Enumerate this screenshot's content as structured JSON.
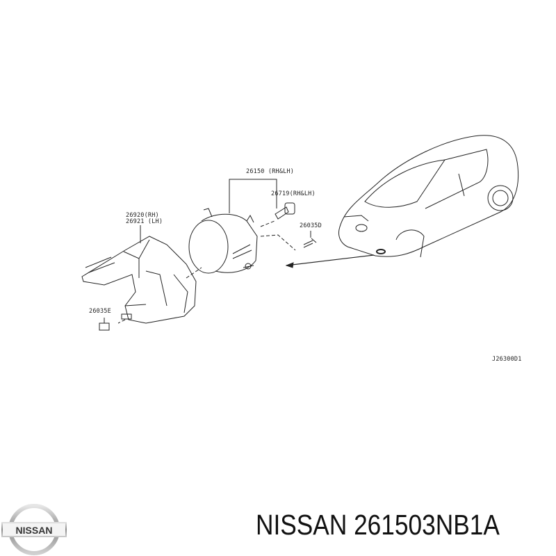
{
  "diagram": {
    "labels": {
      "fog_lamp": "26150 (RH&LH)",
      "bulb": "26719(RH&LH)",
      "bracket_rh": "26920(RH)",
      "bracket_lh": "26921 (LH)",
      "screw_d": "26035D",
      "screw_e": "26035E",
      "diagram_code": "J26300D1"
    }
  },
  "footer": {
    "brand_logo_text": "NISSAN",
    "part_title": "NISSAN 261503NB1A"
  },
  "colors": {
    "line": "#222222",
    "text": "#111111",
    "logo_silver": "#9a9a9a"
  }
}
